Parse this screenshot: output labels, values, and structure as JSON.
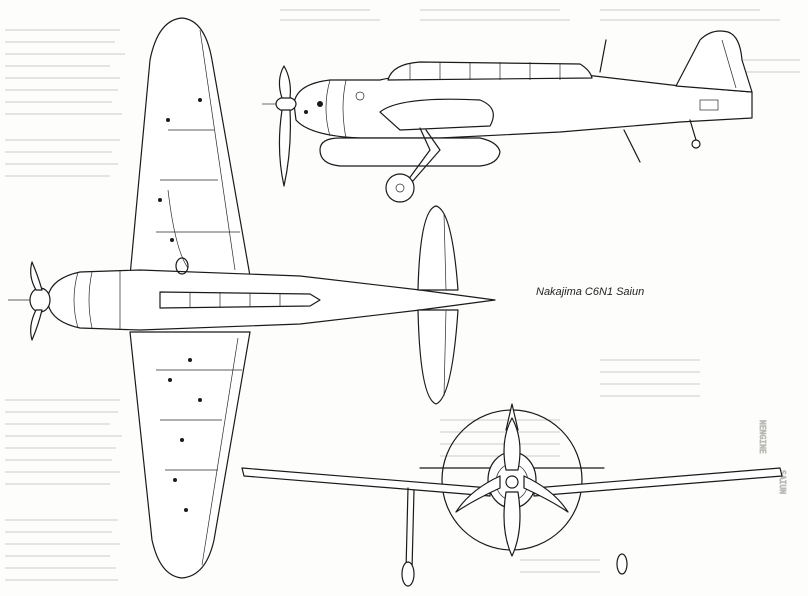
{
  "caption": "Nakajima C6N1 Saiun",
  "colors": {
    "line": "#1a1a1a",
    "paper": "#fdfdfc",
    "bleed": "#c7c7c3"
  },
  "views": [
    "side-view",
    "top-view",
    "front-view"
  ]
}
